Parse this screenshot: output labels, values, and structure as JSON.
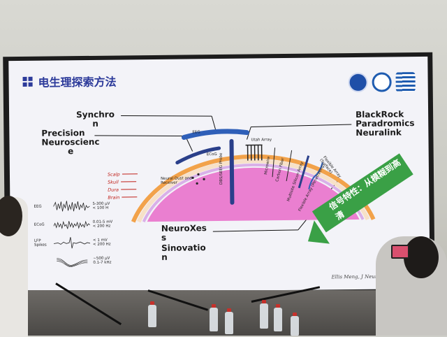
{
  "slide": {
    "title": "电生理探索方法",
    "left_labels": {
      "synchron": [
        "Synchro",
        "n"
      ],
      "precision": [
        "Precision",
        "Neuroscienc",
        "e"
      ],
      "neuroxes": [
        "NeuroXes",
        "s"
      ],
      "sinovation": [
        "Sinovatio",
        "n"
      ]
    },
    "right_labels": [
      "BlackRock",
      "Paradromics",
      "Neuralink"
    ],
    "diagram": {
      "layer_labels": [
        "Scalp",
        "Skull",
        "Dura",
        "Brain"
      ],
      "annotations": [
        "EEG",
        "ECoG",
        "Utah Array",
        "Neural Dust and Receiver",
        "DBS/SEEG Probe",
        "Microwire",
        "Carbon Fiber",
        "Multisite Silicon Array",
        "Flexible Array (Penetrating)",
        "Flexible Array (Surface)"
      ]
    },
    "signals": [
      {
        "name": "EEG",
        "spec": "5-300 μV\n< 100 H"
      },
      {
        "name": "ECoG",
        "spec": "0.01-5 mV\n< 200 Hz"
      },
      {
        "name": "LFP\nSpikes",
        "spec": "< 1 mV\n< 200 Hz"
      },
      {
        "name": "",
        "spec": "~500 μV\n0.1-7 kHz"
      }
    ],
    "banner_text": "信号特性：从模糊到高清",
    "citation": "Ellis Meng, J Neural ... 2022",
    "colors": {
      "title": "#2c3a9a",
      "banner": "#3aa046",
      "brain": "#ea7fd0",
      "layer_labels": "#c0201a"
    }
  }
}
